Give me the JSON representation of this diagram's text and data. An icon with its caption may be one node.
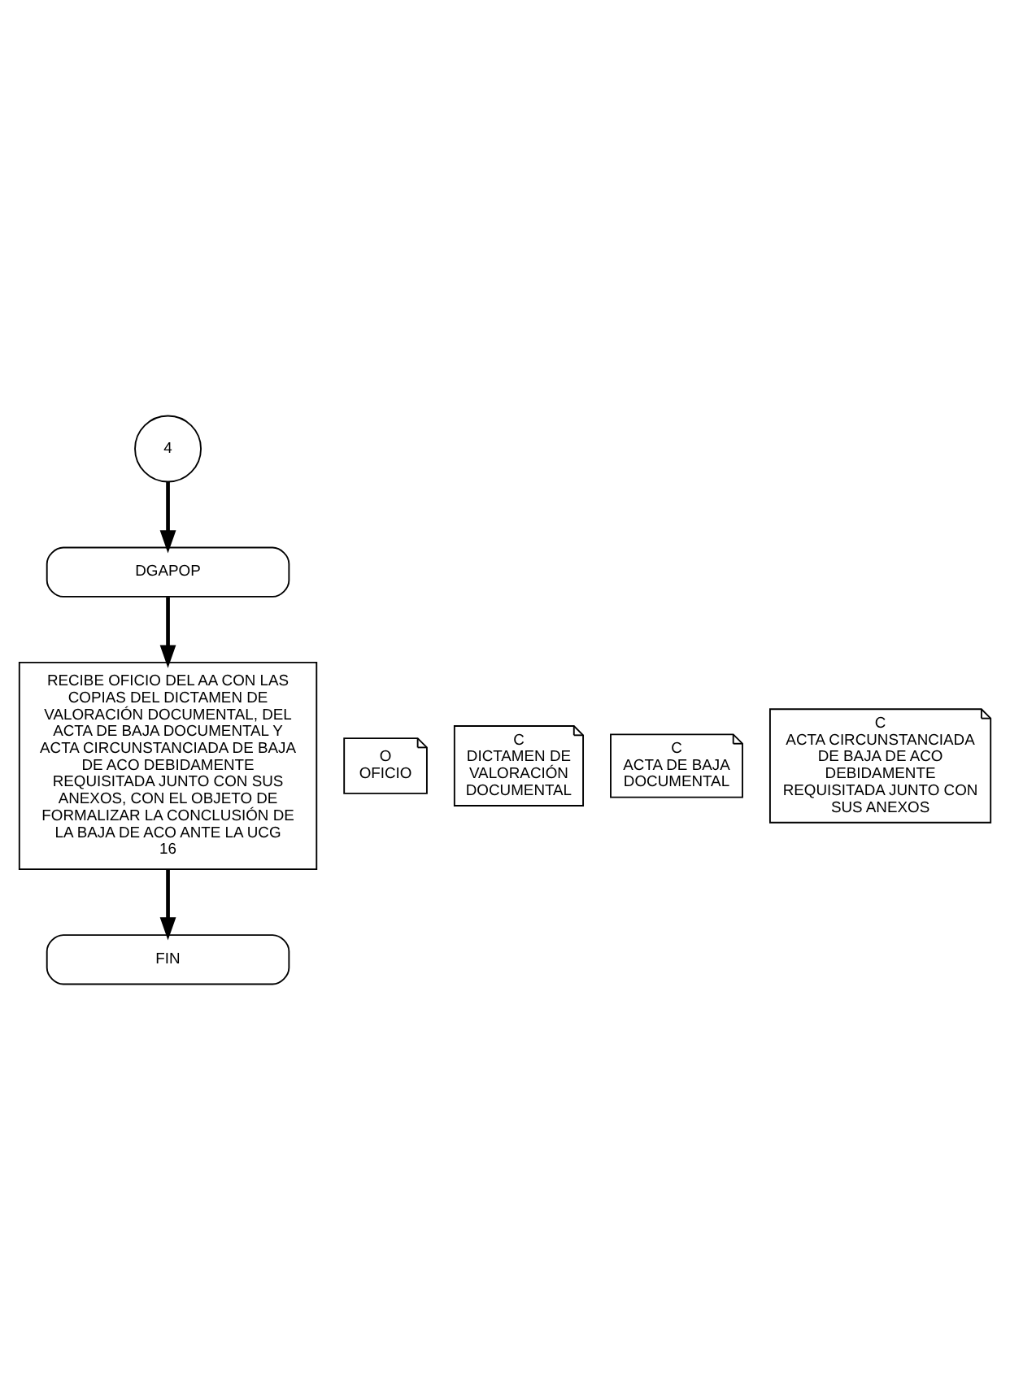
{
  "diagram": {
    "nodes": [
      {
        "text": [
          "4"
        ]
      },
      {
        "text": [
          "DGAPOP"
        ]
      },
      {
        "text": [
          "RECIBE OFICIO DEL AA CON LAS COPIAS DEL DICTAMEN DE VALORACIÓN DOCUMENTAL, DEL ACTA DE BAJA DOCUMENTAL Y ACTA CIRCUNSTANCIADA DE BAJA DE ACO DEBIDAMENTE REQUISITADA JUNTO CON SUS ANEXOS, CON EL OBJETO DE FORMALIZAR LA CONCLUSIÓN DE LA BAJA DE ACO ANTE LA UCG",
          "16"
        ]
      },
      {
        "text": [
          "O",
          "OFICIO"
        ]
      },
      {
        "text": [
          "C",
          "DICTAMEN DE VALORACIÓN DOCUMENTAL"
        ]
      },
      {
        "text": [
          "C",
          "ACTA DE BAJA DOCUMENTAL"
        ]
      },
      {
        "text": [
          "C",
          "ACTA CIRCUNSTANCIADA DE BAJA DE ACO DEBIDAMENTE REQUISITADA JUNTO CON SUS ANEXOS"
        ]
      },
      {
        "text": [
          "FIN"
        ]
      }
    ],
    "edges": [
      {
        "from": 0,
        "to": 1,
        "arrow": "to"
      },
      {
        "from": 1,
        "to": 2,
        "arrow": "to"
      },
      {
        "from": 2,
        "to": 7,
        "arrow": "to"
      }
    ]
  }
}
